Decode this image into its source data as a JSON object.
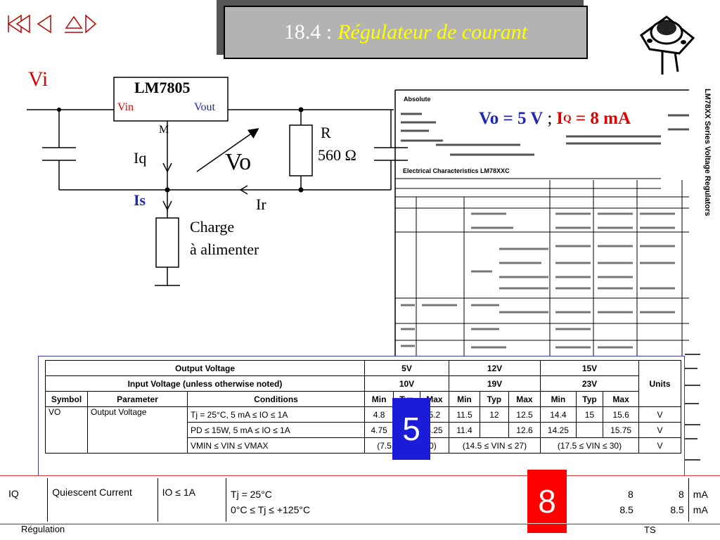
{
  "nav": {
    "first_icon": "first-slide-icon",
    "prev_icon": "previous-slide-icon",
    "home_icon": "home-icon",
    "next_icon": "next-slide-icon"
  },
  "title": {
    "number": "18.4 :",
    "subtitle": "Régulateur de courant"
  },
  "circuit": {
    "vi": "Vi",
    "regulator": "LM7805",
    "vin": "Vin",
    "vout": "Vout",
    "m": "M",
    "iq": "Iq",
    "vo": "Vo",
    "r": "R",
    "r_value": "560 Ω",
    "is": "Is",
    "ir": "Ir",
    "load_line1": "Charge",
    "load_line2": "à alimenter"
  },
  "datasheet": {
    "side_title": "LM78XX Series Voltage Regulators",
    "absolute": "Absolute",
    "electrical": "Electrical Characteristics LM78XXC",
    "highlight_vo": "Vo = 5 V",
    "highlight_sep": ";",
    "highlight_iq_i": "I",
    "highlight_iq_sub": "Q",
    "highlight_iq_val": " = 8 mA"
  },
  "output_table": {
    "header1": {
      "label": "Output Voltage",
      "v5": "5V",
      "v12": "12V",
      "v15": "15V"
    },
    "header2": {
      "label": "Input Voltage (unless otherwise noted)",
      "v5": "10V",
      "v12": "19V",
      "v15": "23V",
      "units": "Units"
    },
    "header3": {
      "symbol": "Symbol",
      "parameter": "Parameter",
      "conditions": "Conditions",
      "min": "Min",
      "typ": "Typ",
      "max": "Max"
    },
    "row1": {
      "symbol": "VO",
      "parameter": "Output Voltage",
      "conditions": "Tj = 25°C, 5 mA ≤ IO ≤ 1A",
      "min5": "4.8",
      "max5": "5.2",
      "min12": "11.5",
      "typ12": "12",
      "max12": "12.5",
      "min15": "14.4",
      "typ15": "15",
      "max15": "15.6",
      "units": "V"
    },
    "row2": {
      "conditions": "PD ≤ 15W, 5 mA ≤ IO ≤ 1A",
      "min5": "4.75",
      "max5": "5.25",
      "min12": "11.4",
      "max12": "12.6",
      "min15": "14.25",
      "max15": "15.75",
      "units": "V"
    },
    "row3": {
      "conditions": "VMIN ≤ VIN ≤ VMAX",
      "range5": "(7.5 ≤ VIN ≤ 20)",
      "range12": "(14.5 ≤ VIN ≤ 27)",
      "range15": "(17.5 ≤ VIN ≤ 30)",
      "units": "V"
    }
  },
  "iq_table": {
    "symbol": "IQ",
    "parameter": "Quiescent Current",
    "load": "IO ≤ 1A",
    "cond1": "Tj = 25°C",
    "cond2": "0°C ≤ Tj ≤ +125°C",
    "val5_1": "8",
    "val5_2": "8.5",
    "val15_1": "8",
    "val15_2": "8.5",
    "unit1": "mA",
    "unit2": "mA"
  },
  "badges": {
    "five": "5",
    "eight": "8"
  },
  "footer": {
    "left": "Régulation",
    "right": "TS"
  },
  "colors": {
    "red": "#e00000",
    "blue": "#1f28b0",
    "title_bg": "#b3b3b3",
    "title_sub": "#ffff00"
  }
}
